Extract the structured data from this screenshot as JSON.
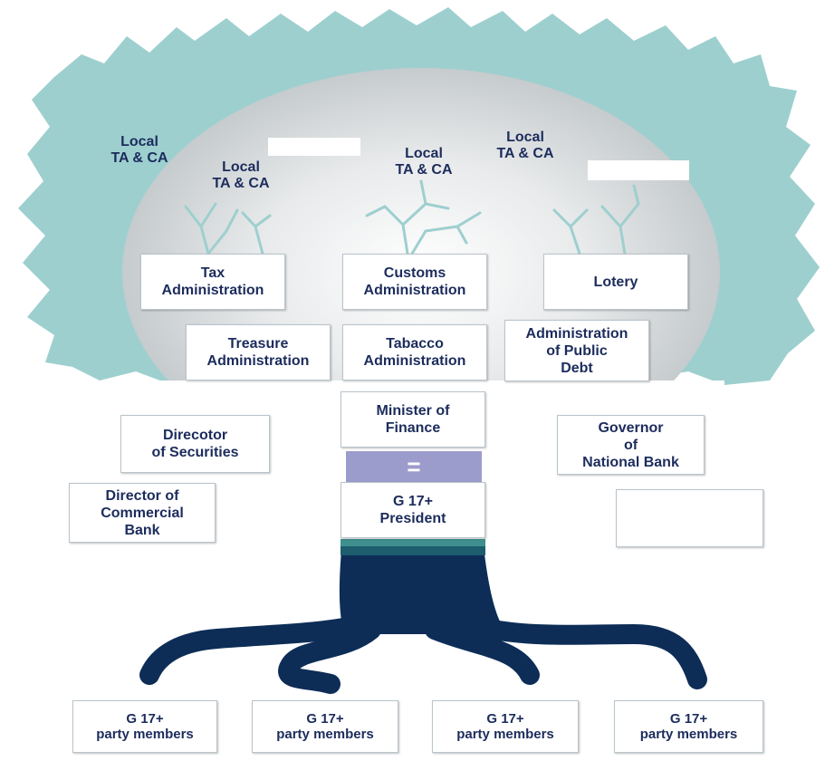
{
  "colors": {
    "canopy": "#9ecfcf",
    "trunk": "#0d2d57",
    "branch": "#9ecfcf",
    "box_text": "#1c2c5c",
    "equals_bar": "#9c9ccc"
  },
  "labels": {
    "local_1": "Local\nTA & CA",
    "local_2": "Local\nTA & CA",
    "local_3": "Local\nTA & CA",
    "local_4": "Local\nTA & CA"
  },
  "boxes": {
    "tax": "Tax\nAdministration",
    "customs": "Customs\nAdministration",
    "lotery": "Lotery",
    "treasure": "Treasure\nAdministration",
    "tabacco": "Tabacco\nAdministration",
    "public_debt": "Administration\nof Public\nDebt",
    "minister": "Minister of\nFinance",
    "equals": "=",
    "president": "G 17+\nPresident",
    "securities": "Direcotor\nof Securities",
    "commercial_bank": "Director of\nCommercial\nBank",
    "national_bank": "Governor\nof\nNational Bank",
    "blank_right": ""
  },
  "members": [
    "G 17+\nparty members",
    "G 17+\nparty members",
    "G 17+\nparty members",
    "G 17+\nparty members"
  ]
}
